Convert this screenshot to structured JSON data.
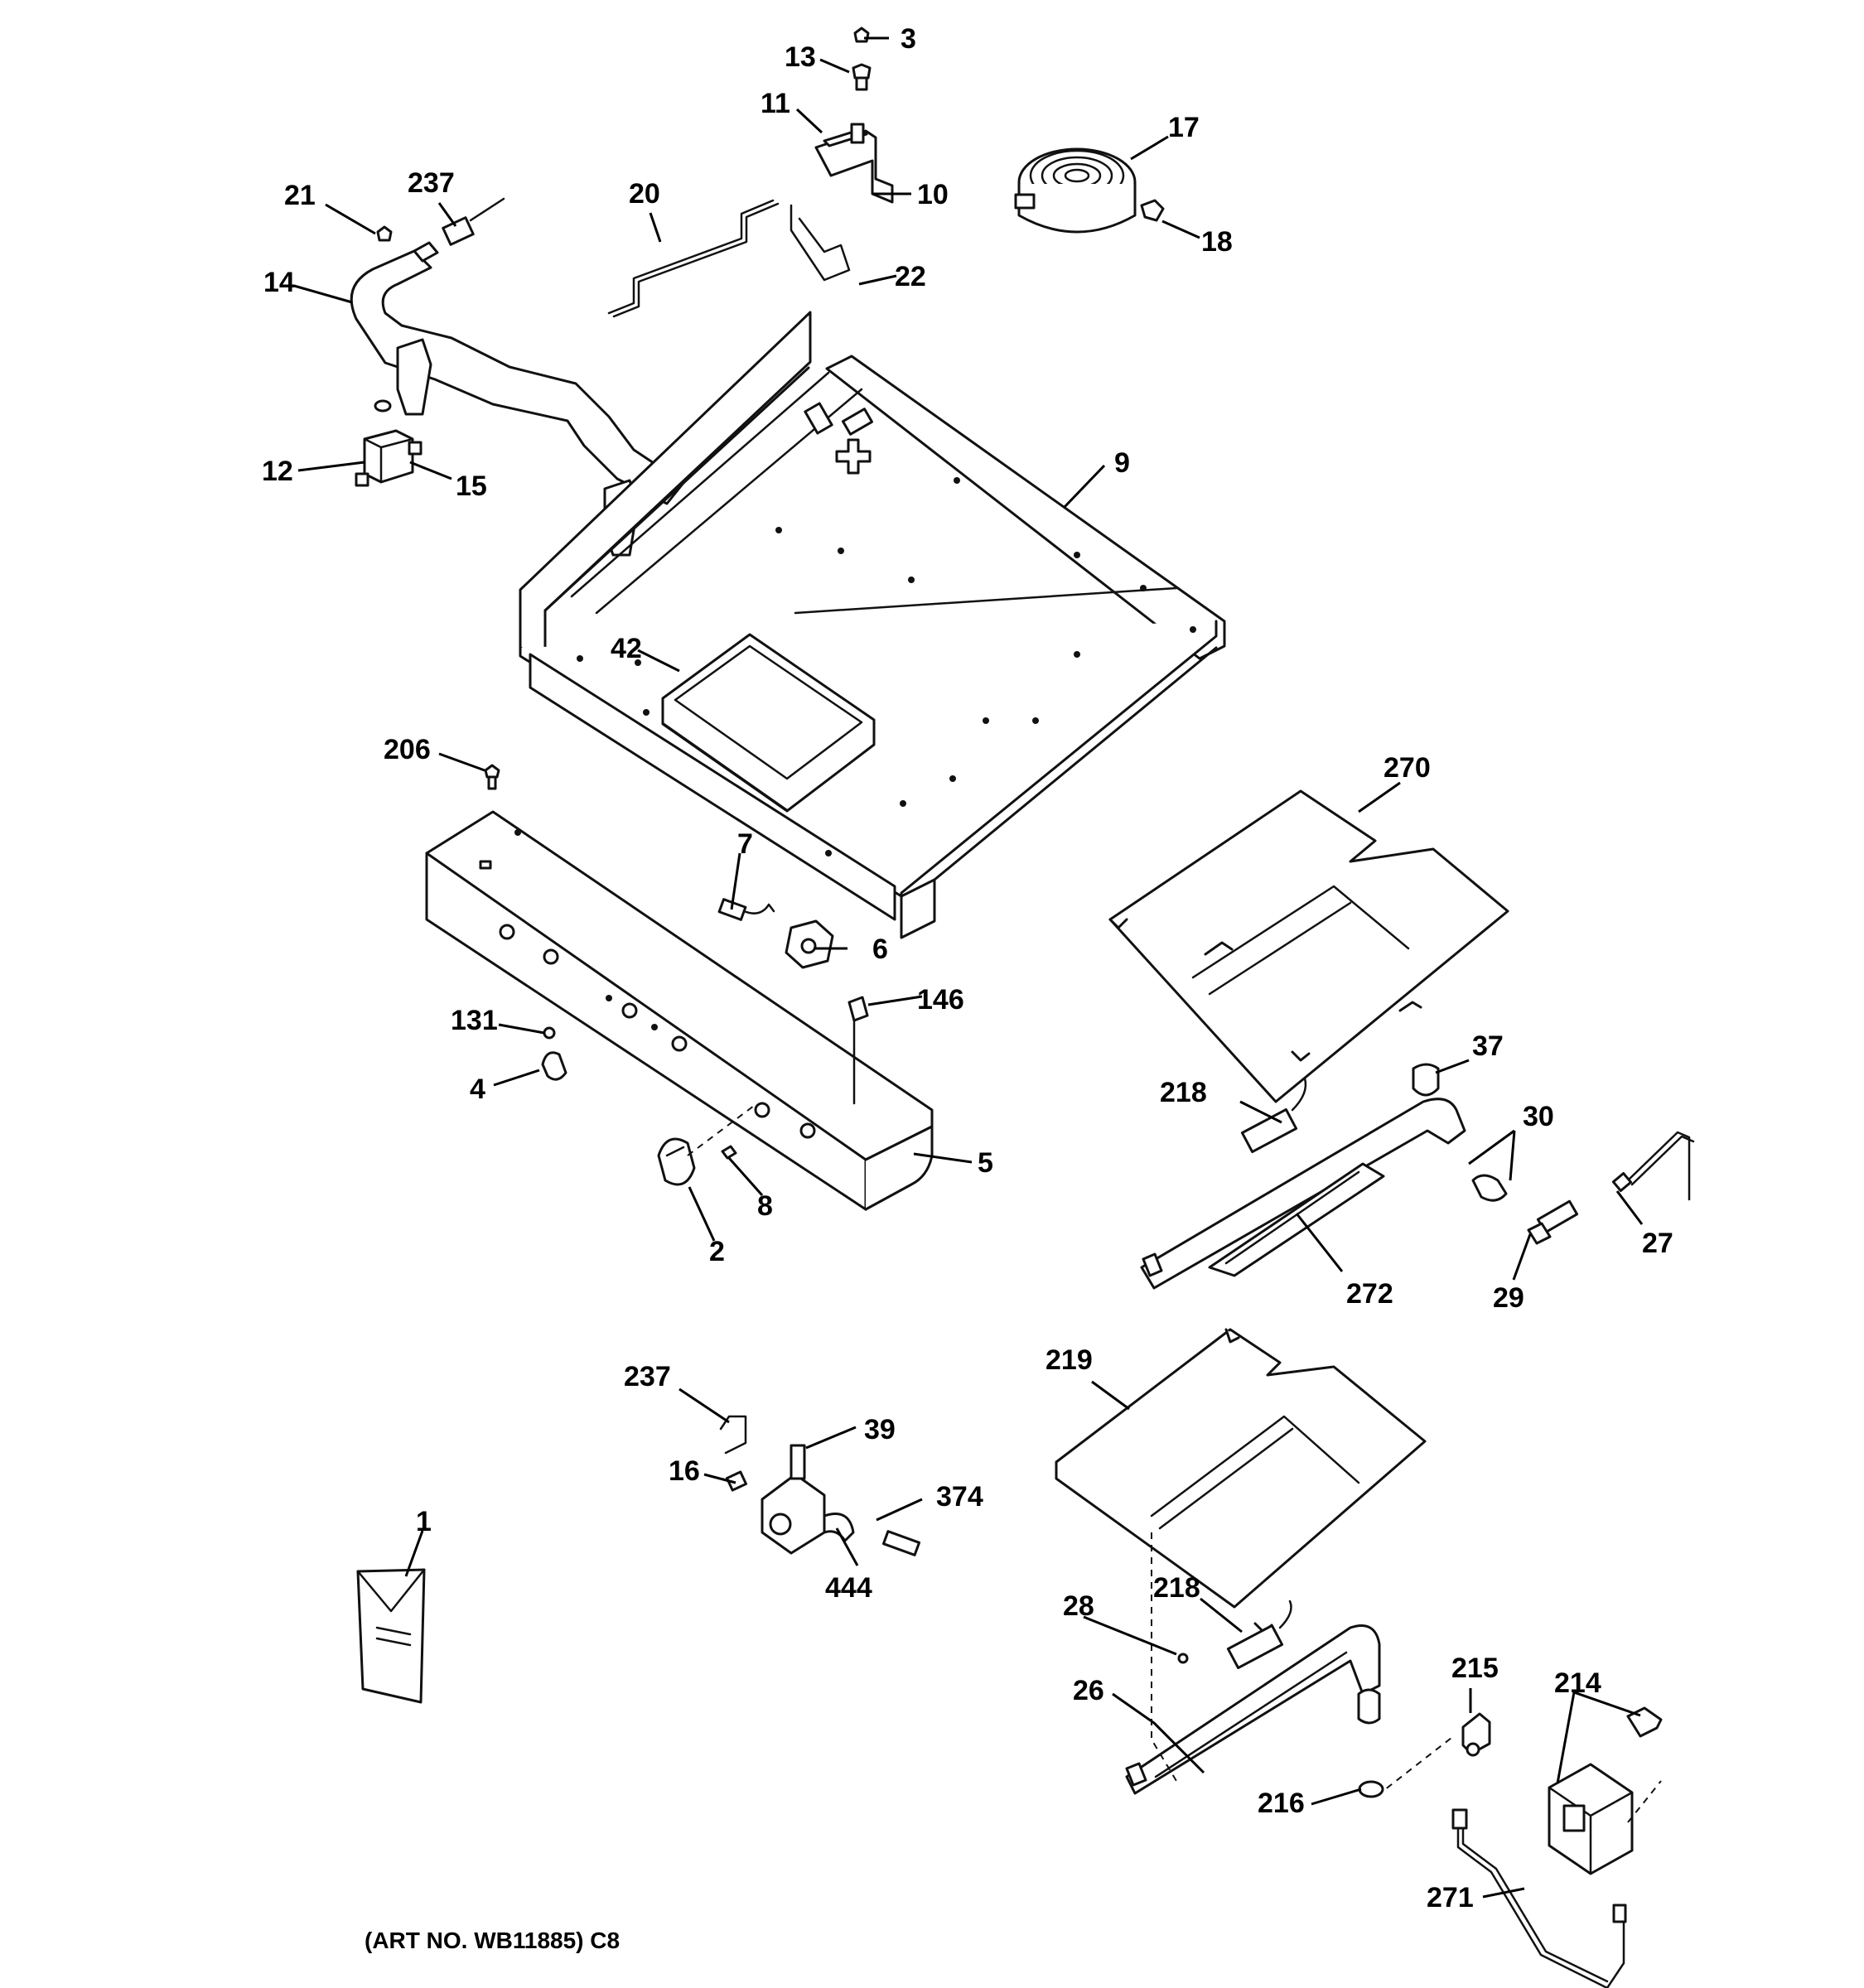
{
  "art_number": "(ART NO. WB11885) C8",
  "callouts": [
    {
      "id": "c-3",
      "label": "3"
    },
    {
      "id": "c-13",
      "label": "13"
    },
    {
      "id": "c-11",
      "label": "11"
    },
    {
      "id": "c-17",
      "label": "17"
    },
    {
      "id": "c-21",
      "label": "21"
    },
    {
      "id": "c-237a",
      "label": "237"
    },
    {
      "id": "c-20",
      "label": "20"
    },
    {
      "id": "c-10",
      "label": "10"
    },
    {
      "id": "c-18",
      "label": "18"
    },
    {
      "id": "c-14",
      "label": "14"
    },
    {
      "id": "c-22",
      "label": "22"
    },
    {
      "id": "c-12",
      "label": "12"
    },
    {
      "id": "c-15",
      "label": "15"
    },
    {
      "id": "c-9",
      "label": "9"
    },
    {
      "id": "c-42",
      "label": "42"
    },
    {
      "id": "c-206",
      "label": "206"
    },
    {
      "id": "c-270",
      "label": "270"
    },
    {
      "id": "c-7",
      "label": "7"
    },
    {
      "id": "c-6",
      "label": "6"
    },
    {
      "id": "c-146",
      "label": "146"
    },
    {
      "id": "c-131",
      "label": "131"
    },
    {
      "id": "c-37",
      "label": "37"
    },
    {
      "id": "c-4",
      "label": "4"
    },
    {
      "id": "c-218a",
      "label": "218"
    },
    {
      "id": "c-30",
      "label": "30"
    },
    {
      "id": "c-5",
      "label": "5"
    },
    {
      "id": "c-8",
      "label": "8"
    },
    {
      "id": "c-27",
      "label": "27"
    },
    {
      "id": "c-2",
      "label": "2"
    },
    {
      "id": "c-272",
      "label": "272"
    },
    {
      "id": "c-29",
      "label": "29"
    },
    {
      "id": "c-237b",
      "label": "237"
    },
    {
      "id": "c-219",
      "label": "219"
    },
    {
      "id": "c-39",
      "label": "39"
    },
    {
      "id": "c-16",
      "label": "16"
    },
    {
      "id": "c-374",
      "label": "374"
    },
    {
      "id": "c-1",
      "label": "1"
    },
    {
      "id": "c-444",
      "label": "444"
    },
    {
      "id": "c-28",
      "label": "28"
    },
    {
      "id": "c-218b",
      "label": "218"
    },
    {
      "id": "c-215",
      "label": "215"
    },
    {
      "id": "c-214",
      "label": "214"
    },
    {
      "id": "c-26",
      "label": "26"
    },
    {
      "id": "c-216",
      "label": "216"
    },
    {
      "id": "c-271",
      "label": "271"
    }
  ]
}
